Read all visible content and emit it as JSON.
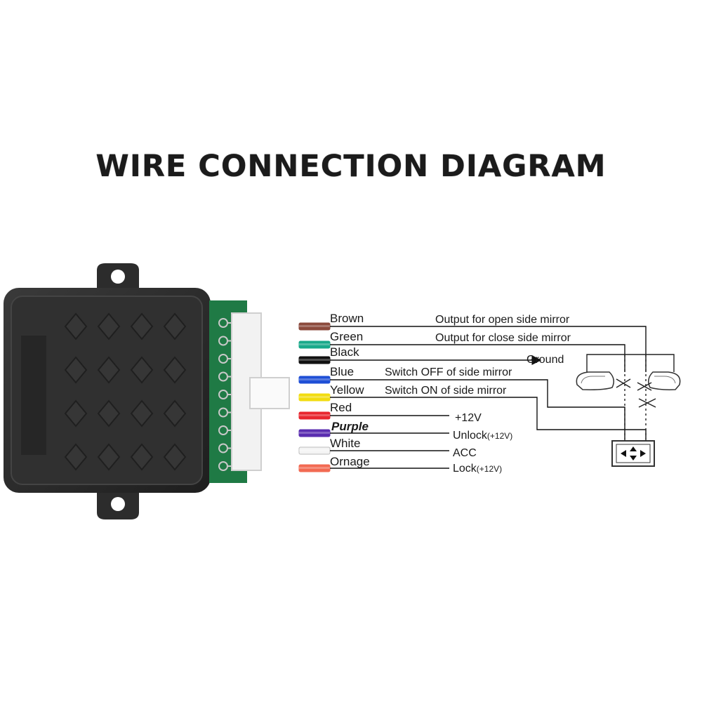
{
  "title": "WIRE CONNECTION DIAGRAM",
  "wires": [
    {
      "color_name": "Brown",
      "hex": "#8b4a3c",
      "function": "Output for open side mirror",
      "function_note": ""
    },
    {
      "color_name": "Green",
      "hex": "#19a98a",
      "function": "Output for close side mirror",
      "function_note": ""
    },
    {
      "color_name": "Black",
      "hex": "#111111",
      "function": "Ground",
      "function_note": ""
    },
    {
      "color_name": "Blue",
      "hex": "#1f4fd6",
      "function": "Switch OFF of side mirror",
      "function_note": ""
    },
    {
      "color_name": "Yellow",
      "hex": "#f2dc10",
      "function": "Switch ON of side mirror",
      "function_note": ""
    },
    {
      "color_name": "Red",
      "hex": "#e8262e",
      "function": "+12V",
      "function_note": ""
    },
    {
      "color_name": "Purple",
      "hex": "#5a2db0",
      "function": "Unlock",
      "function_note": "(+12V)"
    },
    {
      "color_name": "White",
      "hex": "#f4f4f4",
      "function": "ACC",
      "function_note": ""
    },
    {
      "color_name": "Ornage",
      "hex": "#f26a52",
      "function": "Lock",
      "function_note": "(+12V)"
    }
  ],
  "icons": {
    "module": "control-module-icon",
    "mirror_left": "side-mirror-icon",
    "mirror_right": "side-mirror-icon",
    "switch": "mirror-switch-icon"
  }
}
